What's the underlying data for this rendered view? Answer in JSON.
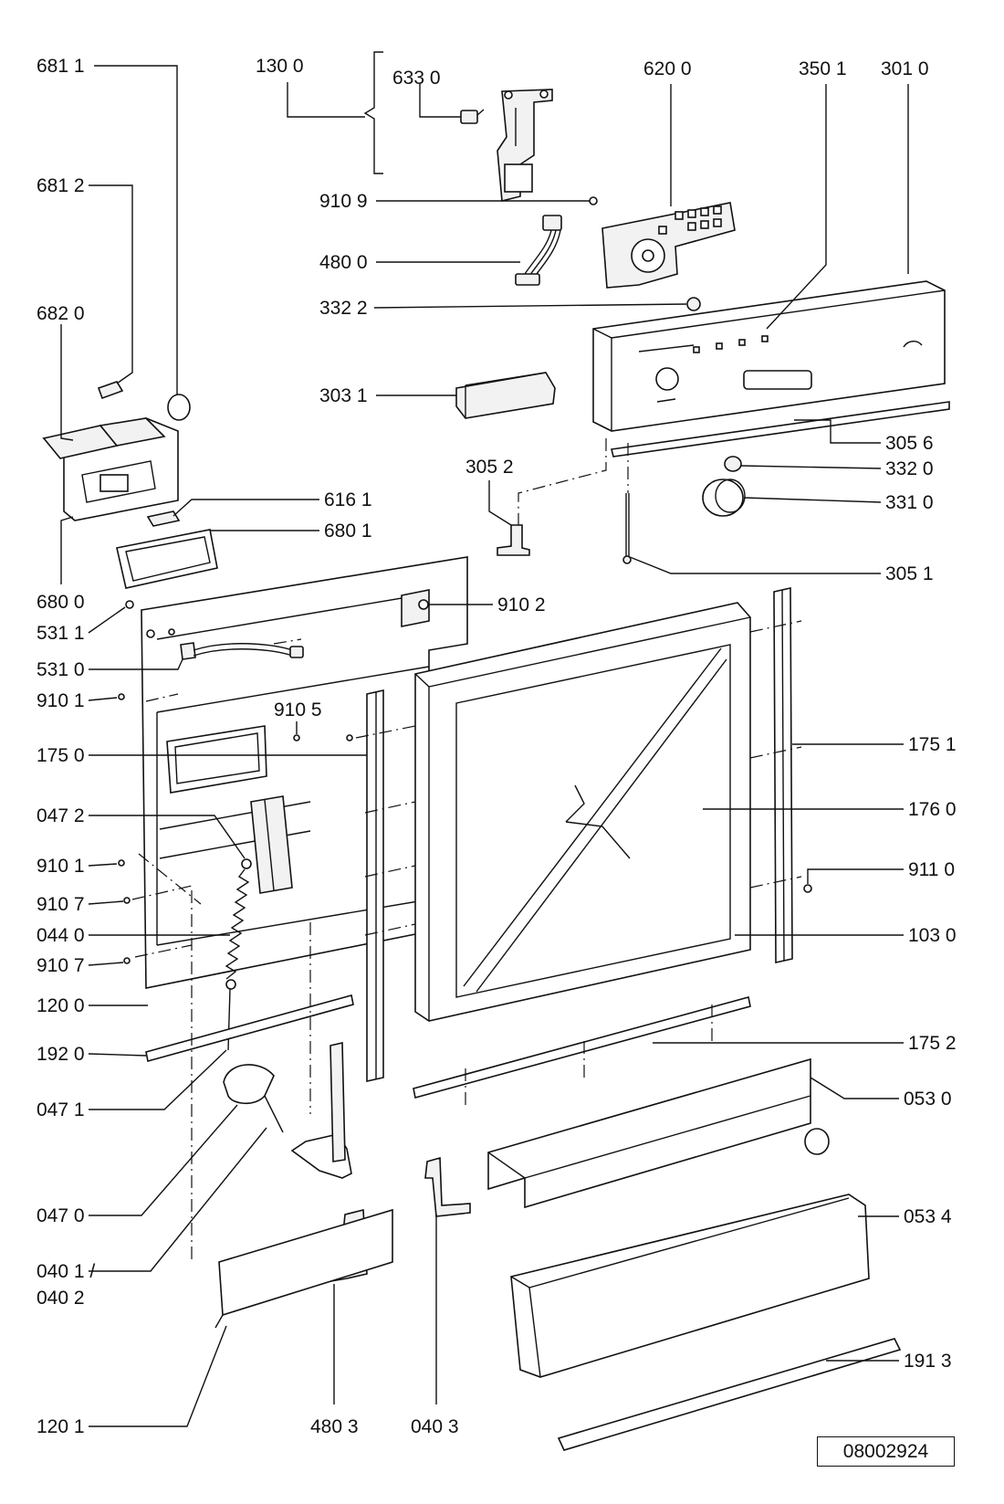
{
  "document_number": "08002924",
  "callouts": [
    {
      "id": "681-1",
      "text": "681 1"
    },
    {
      "id": "130-0",
      "text": "130 0"
    },
    {
      "id": "633-0",
      "text": "633 0"
    },
    {
      "id": "620-0",
      "text": "620 0"
    },
    {
      "id": "350-1",
      "text": "350 1"
    },
    {
      "id": "301-0",
      "text": "301 0"
    },
    {
      "id": "681-2",
      "text": "681 2"
    },
    {
      "id": "910-9",
      "text": "910 9"
    },
    {
      "id": "480-0",
      "text": "480 0"
    },
    {
      "id": "682-0",
      "text": "682 0"
    },
    {
      "id": "332-2",
      "text": "332 2"
    },
    {
      "id": "303-1",
      "text": "303 1"
    },
    {
      "id": "305-6",
      "text": "305 6"
    },
    {
      "id": "305-2",
      "text": "305 2"
    },
    {
      "id": "332-0",
      "text": "332 0"
    },
    {
      "id": "616-1",
      "text": "616 1"
    },
    {
      "id": "331-0",
      "text": "331 0"
    },
    {
      "id": "680-1",
      "text": "680 1"
    },
    {
      "id": "305-1",
      "text": "305 1"
    },
    {
      "id": "680-0",
      "text": "680 0"
    },
    {
      "id": "910-2",
      "text": "910 2"
    },
    {
      "id": "531-1",
      "text": "531 1"
    },
    {
      "id": "531-0",
      "text": "531 0"
    },
    {
      "id": "910-1a",
      "text": "910 1"
    },
    {
      "id": "910-5",
      "text": "910 5"
    },
    {
      "id": "175-1",
      "text": "175 1"
    },
    {
      "id": "175-0",
      "text": "175 0"
    },
    {
      "id": "176-0",
      "text": "176 0"
    },
    {
      "id": "047-2",
      "text": "047 2"
    },
    {
      "id": "910-1b",
      "text": "910 1"
    },
    {
      "id": "911-0",
      "text": "911 0"
    },
    {
      "id": "910-7a",
      "text": "910 7"
    },
    {
      "id": "044-0",
      "text": "044 0"
    },
    {
      "id": "103-0",
      "text": "103 0"
    },
    {
      "id": "910-7b",
      "text": "910 7"
    },
    {
      "id": "120-0",
      "text": "120 0"
    },
    {
      "id": "175-2",
      "text": "175 2"
    },
    {
      "id": "192-0",
      "text": "192 0"
    },
    {
      "id": "047-1",
      "text": "047 1"
    },
    {
      "id": "053-0",
      "text": "053 0"
    },
    {
      "id": "047-0",
      "text": "047 0"
    },
    {
      "id": "053-4",
      "text": "053 4"
    },
    {
      "id": "040-1",
      "text": "040 1 /"
    },
    {
      "id": "040-2",
      "text": "040 2"
    },
    {
      "id": "191-3",
      "text": "191 3"
    },
    {
      "id": "120-1",
      "text": "120 1"
    },
    {
      "id": "480-3",
      "text": "480 3"
    },
    {
      "id": "040-3",
      "text": "040 3"
    }
  ]
}
